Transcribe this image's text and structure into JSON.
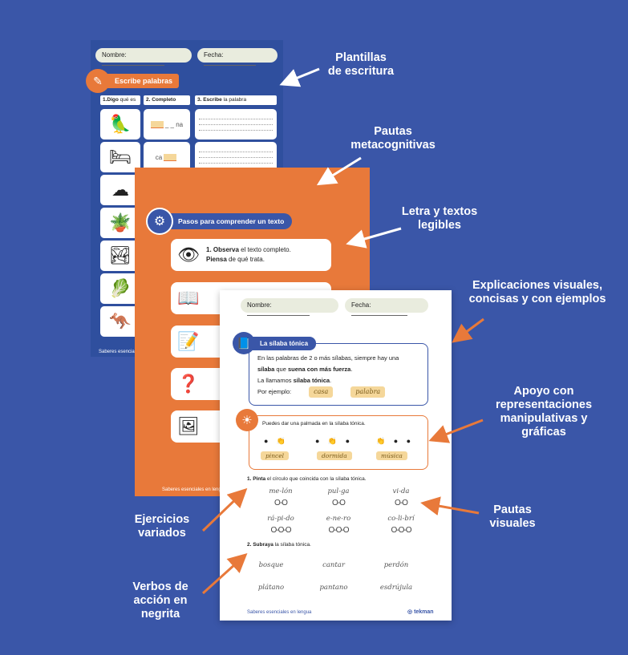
{
  "colors": {
    "background": "#3a56a8",
    "orange": "#e8793a",
    "highlight": "#f5d79a"
  },
  "sheet1": {
    "nombre_label": "Nombre:",
    "fecha_label": "Fecha:",
    "title": "Escribe palabras",
    "col1_bold": "1.Digo",
    "col1_rest": " qué es",
    "col2_bold": "2. Completo",
    "col3_bold": "3. Escribe",
    "col3_rest": " la palabra",
    "row1_word": "_ _ na",
    "row2_word": "ca",
    "footer": "Saberes esenciale",
    "images": [
      "parrot-picture",
      "bed-picture",
      "cloud-picture",
      "plant-picture",
      "drawing-picture",
      "lettuce-picture",
      "kangaroo-picture"
    ]
  },
  "sheet2": {
    "title": "Pasos para comprender un texto",
    "step1_bold": "1. Observa",
    "step1_rest": " el texto completo.",
    "step1_line2_bold": "Piensa",
    "step1_line2_rest": " de qué trata.",
    "footer": "Saberes esenciales en lengu"
  },
  "sheet3": {
    "nombre_label": "Nombre:",
    "fecha_label": "Fecha:",
    "title": "La sílaba tónica",
    "line1": "En las palabras de 2 o más sílabas, siempre hay una",
    "line2_bold1": "sílaba",
    "line2_mid": " que ",
    "line2_bold2": "suena con más fuerza",
    "line2_end": ".",
    "line3_start": "La llamamos ",
    "line3_bold": "sílaba tónica",
    "line3_end": ".",
    "example_label": "Por ejemplo:",
    "example1": "casa",
    "example2": "palabra",
    "clap_text": "Puedes dar una palmada en la sílaba tónica.",
    "clap_words": [
      "pincel",
      "dormida",
      "música"
    ],
    "ex1_bold": "1. Pinta",
    "ex1_rest": " el círculo que coincida con la sílaba tónica.",
    "ex1_words": [
      "me-lón",
      "pul-ga",
      "vi-da",
      "rá-pi-do",
      "e-ne-ro",
      "co-li-brí"
    ],
    "ex1_circles": [
      "O-O",
      "O-O",
      "O-O",
      "O-O-O",
      "O-O-O",
      "O-O-O"
    ],
    "ex2_bold": "2. Subraya",
    "ex2_rest": " la sílaba tónica.",
    "ex2_words": [
      "bosque",
      "cantar",
      "perdón",
      "plátano",
      "pantano",
      "esdrújula"
    ],
    "footer": "Saberes esenciales en lengua",
    "logo": "tekman"
  },
  "labels": {
    "plantillas": "Plantillas\nde escritura",
    "pautas_meta": "Pautas\nmetacognitivas",
    "letra": "Letra y textos\nlegibles",
    "explicaciones": "Explicaciones visuales,\nconcisas y con ejemplos",
    "apoyo": "Apoyo con\nrepresentaciones\nmanipulativas y\ngráficas",
    "pautas_visuales": "Pautas\nvisuales",
    "ejercicios": "Ejercicios\nvariados",
    "verbos": "Verbos de\nacción en\nnegrita"
  }
}
